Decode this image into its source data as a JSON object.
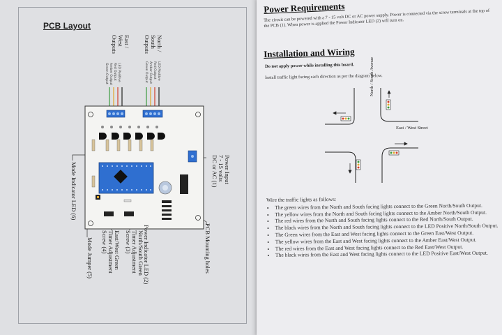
{
  "left_page": {
    "title": "PCB Layout",
    "top_labels": {
      "east_west_outputs": "East /\nWest\nOutputs",
      "north_south_outputs": "North /\nSouth\nOutputs"
    },
    "wire_labels": {
      "left_group": [
        "LED Positive",
        "Red Output",
        "Amber Output",
        "Green Output"
      ],
      "right_group": [
        "LED Positive",
        "Red Output",
        "Amber Output",
        "Green Output"
      ]
    },
    "left_side_label": "Mode Indicator LED (6)",
    "right_side_labels": {
      "power_input": "Power Input\n7 - 15 volts\nDC or AC (1)",
      "mounting_holes": "PCB Mounting holes"
    },
    "bottom_labels": {
      "power_led": "Power Indicator LED (2)",
      "ns_timer": "North/South Green\nTimer Adjustment\nScrew (3)",
      "ew_timer": "East/West Green\nTimer Adjustment\nScrew (4)",
      "mode_jumper": "Mode Jumper (5)"
    }
  },
  "right_page": {
    "power_heading": "Power Requirements",
    "power_text": "The circuit can be powered with a 7 - 15 volt DC or AC power supply. Power is connected via the screw terminals at the top of the PCB (1). When power is applied the Power Indicator LED (2) will turn on.",
    "install_heading": "Installation and Wiring",
    "warning": "Do not apply power while installing this board.",
    "install_text": "Install traffic light facing each direction as per the diagram below.",
    "diagram": {
      "ns_street": "North / South\nAvenue",
      "ew_street": "East / West\nStreet"
    },
    "wire_intro": "Wire the traffic lights as follows:",
    "wire_items": [
      "The green wires from the North and South facing lights connect to the Green North/South Output.",
      "The yellow wires from the North and South facing lights connect to the Amber North/South Output.",
      "The red wires from the North and South facing lights connect to the Red North/South Output.",
      "The black wires from the North and South facing lights connect to the LED Positive North/South Output.",
      "The Green wires from the East and West facing lights connect to the Green East/West Output.",
      "The yellow wires from the East and West facing lights connect to the Amber East/West Output.",
      "The red wires from the East and West facing lights connect to the Red East/West Output.",
      "The black wires from the East and West facing lights connect to the LED Positive East/West Output."
    ]
  },
  "colors": {
    "pcb_blue": "#2f6fd0",
    "wire_red": "#d23c2a",
    "wire_amber": "#e0a62a",
    "wire_green": "#3a9a3e"
  }
}
